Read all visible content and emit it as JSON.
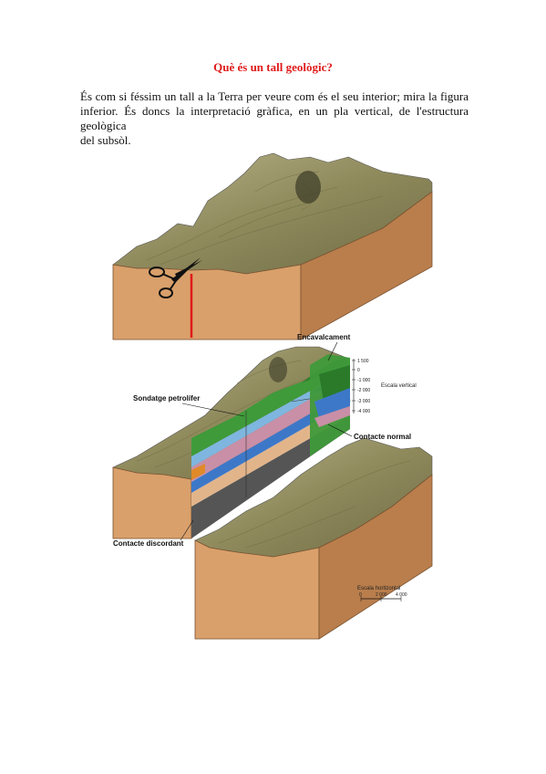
{
  "title": "Què és un tall geològic?",
  "paragraph": [
    "És com si féssim un tall a la Terra per veure com és el seu interior; mira la figura",
    "inferior.  És doncs la interpretació gràfica, en un pla vertical, de l'estructura geològica",
    "del subsòl."
  ],
  "figure": {
    "labels": {
      "encavalcament": "Encavalcament",
      "sondatge": "Sondatge petrolífer",
      "contacte_normal": "Contacte normal",
      "contacte_discordant": "Contacte discordant",
      "escala_vertical": "Escala vertical",
      "escala_horitzontal": "Escala horitzontal"
    },
    "vertical_scale_ticks": [
      "1 500",
      "0",
      "-1 000",
      "-2 000",
      "-3 000",
      "-4 000"
    ],
    "horizontal_scale_ticks": [
      "0",
      "2 000",
      "4 000"
    ],
    "colors": {
      "block_side": "#d9a06b",
      "block_side_dark": "#b97e4c",
      "terrain": "#8b8a5a",
      "cut_line": "#e01a1a",
      "layer_green": "#3f9a3a",
      "layer_blue": "#3d78c8",
      "layer_pink": "#c98fa6",
      "layer_lightblue": "#7fb6df",
      "layer_gray": "#555555"
    }
  }
}
